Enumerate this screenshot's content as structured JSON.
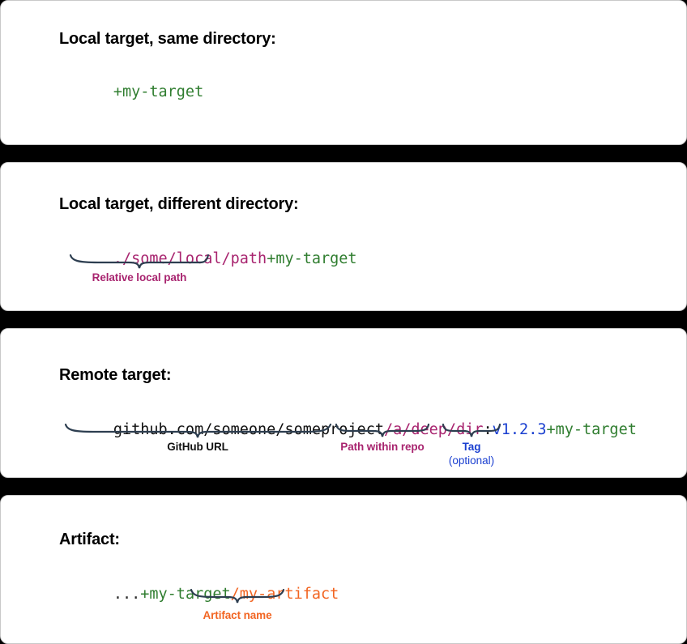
{
  "panels": [
    {
      "heading": "Local target, same directory:",
      "code_segments": [
        {
          "text": "+my-target",
          "color_name": "green",
          "color": "#2f7d2f"
        }
      ],
      "annotations": []
    },
    {
      "heading": "Local target, different directory:",
      "code_segments": [
        {
          "text": "./some/local/path",
          "color_name": "magenta",
          "color": "#a8246f"
        },
        {
          "text": "+my-target",
          "color_name": "green",
          "color": "#2f7d2f"
        }
      ],
      "annotations": [
        {
          "label": "Relative local path",
          "sublabel": "",
          "color_name": "magenta",
          "color": "#a8246f"
        }
      ]
    },
    {
      "heading": "Remote target:",
      "code_segments": [
        {
          "text": "github.com/someone/someproject",
          "color_name": "black",
          "color": "#111111"
        },
        {
          "text": "/a/deep/dir",
          "color_name": "magenta",
          "color": "#a8246f"
        },
        {
          "text": ":",
          "color_name": "black",
          "color": "#111111"
        },
        {
          "text": "v1.2.3",
          "color_name": "blue",
          "color": "#1a3fd0"
        },
        {
          "text": "+my-target",
          "color_name": "green",
          "color": "#2f7d2f"
        }
      ],
      "annotations": [
        {
          "label": "GitHub URL",
          "sublabel": "",
          "color_name": "black",
          "color": "#111111"
        },
        {
          "label": "Path within repo",
          "sublabel": "",
          "color_name": "magenta",
          "color": "#a8246f"
        },
        {
          "label": "Tag",
          "sublabel": "(optional)",
          "color_name": "blue",
          "color": "#1a3fd0"
        }
      ]
    },
    {
      "heading": "Artifact:",
      "code_segments": [
        {
          "text": "...",
          "color_name": "gray",
          "color": "#2b2b2b"
        },
        {
          "text": "+my-target",
          "color_name": "green",
          "color": "#2f7d2f"
        },
        {
          "text": "/my-artifact",
          "color_name": "orange",
          "color": "#f26522"
        }
      ],
      "annotations": [
        {
          "label": "Artifact name",
          "sublabel": "",
          "color_name": "orange",
          "color": "#f26522"
        }
      ]
    }
  ],
  "brace_color": "#2d3e50",
  "separator_color": "#000000",
  "panel_background": "#ffffff"
}
